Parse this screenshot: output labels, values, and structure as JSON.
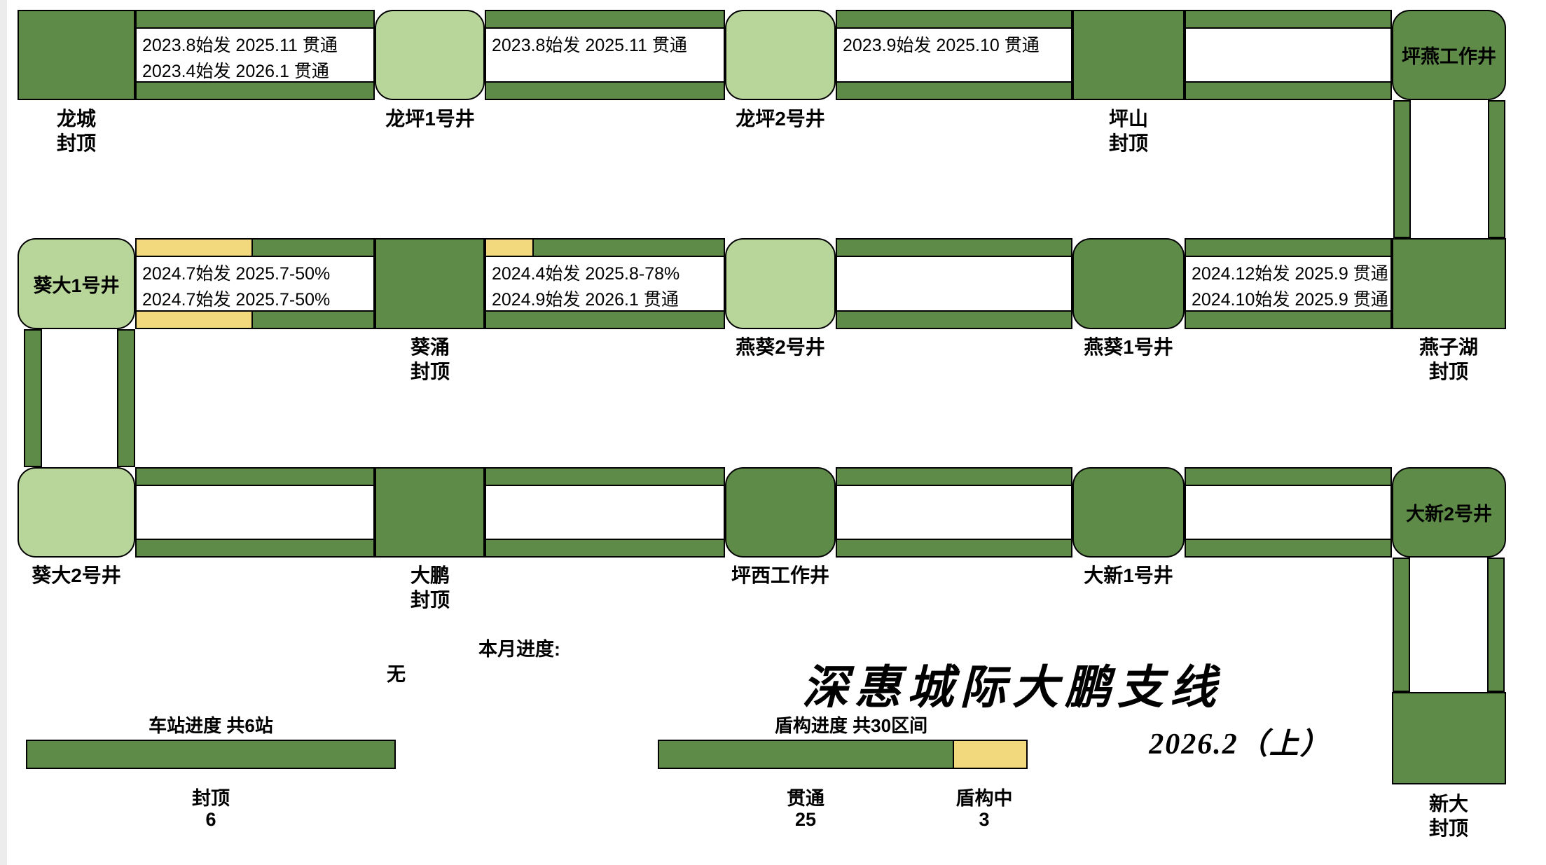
{
  "title": {
    "main": "深惠城际大鹏支线",
    "period": "2026.2（上）"
  },
  "monthly": {
    "label": "本月进度:",
    "value": "无"
  },
  "stations": {
    "longcheng": {
      "label": "龙城\n封顶"
    },
    "longping1": {
      "label": "龙坪1号井"
    },
    "longping2": {
      "label": "龙坪2号井"
    },
    "pingshan": {
      "label": "坪山\n封顶"
    },
    "pingyan": {
      "label": "坪燕工作井"
    },
    "kuida1": {
      "label": "葵大1号井"
    },
    "kuiyong": {
      "label": "葵涌\n封顶"
    },
    "yankui2": {
      "label": "燕葵2号井"
    },
    "yankui1": {
      "label": "燕葵1号井"
    },
    "yanzihu": {
      "label": "燕子湖\n封顶"
    },
    "kuida2": {
      "label": "葵大2号井"
    },
    "dapeng": {
      "label": "大鹏\n封顶"
    },
    "pingxi": {
      "label": "坪西工作井"
    },
    "daxin1": {
      "label": "大新1号井"
    },
    "daxin2": {
      "label": "大新2号井"
    },
    "xinda": {
      "label": "新大\n封顶"
    }
  },
  "segments": {
    "s1": {
      "line1": "2023.8始发 2025.11 贯通",
      "line2": "2023.4始发 2026.1 贯通"
    },
    "s2": {
      "line1": "2023.8始发 2025.11 贯通"
    },
    "s3": {
      "line1": "2023.9始发 2025.10 贯通"
    },
    "s5": {
      "line1": "2024.7始发 2025.7-50%",
      "line2": "2024.7始发 2025.7-50%"
    },
    "s6": {
      "line1": "2024.4始发 2025.8-78%",
      "line2": "2024.9始发 2026.1 贯通"
    },
    "s8": {
      "line1": "2024.12始发 2025.9 贯通",
      "line2": "2024.10始发 2025.9 贯通"
    }
  },
  "legend_station": {
    "title": "车站进度 共6站",
    "item_label": "封顶",
    "item_count": "6"
  },
  "legend_shield": {
    "title": "盾构进度 共30区间",
    "done_label": "贯通",
    "done_count": "25",
    "active_label": "盾构中",
    "active_count": "3"
  },
  "colors": {
    "dark_green": "#5f8b48",
    "light_green": "#b8d69a",
    "yellow": "#f3d97e"
  }
}
